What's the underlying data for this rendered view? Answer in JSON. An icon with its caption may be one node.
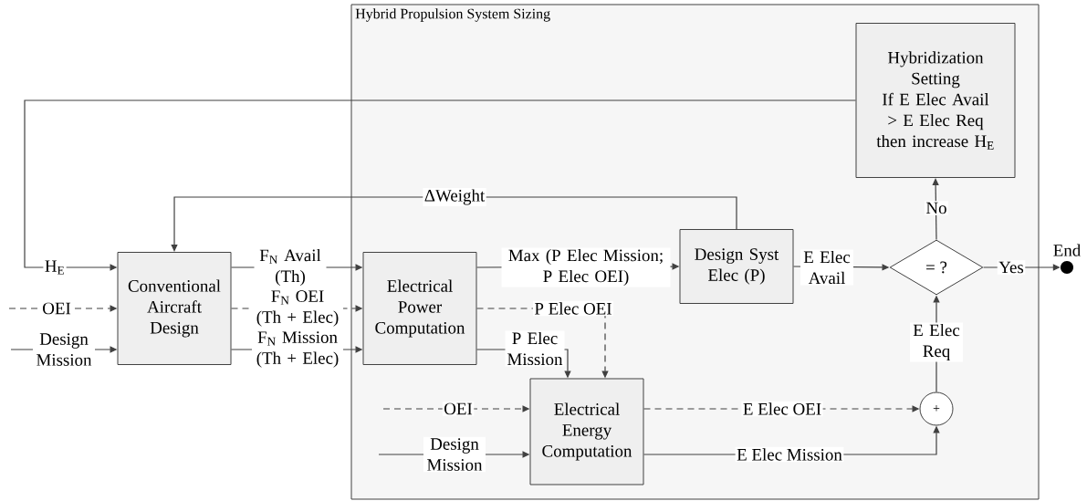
{
  "diagram": {
    "nodes": [
      {
        "text": [
          "Hybrid Propulsion System Sizing"
        ]
      },
      {
        "text": [
          "Conventional Aircraft Design"
        ]
      },
      {
        "text": [
          "Electrical Power Computation"
        ],
        "in": 0
      },
      {
        "text": [
          "Design Syst Elec (P)"
        ],
        "in": 0
      },
      {
        "text": [
          "= ?"
        ],
        "in": 0
      },
      {
        "text": [
          "Hybridization Setting",
          "If E Elec Avail > E Elec Req then increase H$_{E}$"
        ],
        "in": 0
      },
      {
        "text": [
          "Electrical Energy Computation"
        ],
        "in": 0
      },
      {
        "text": [
          "+"
        ],
        "in": 0
      },
      {
        "text": [],
        "shape": "circle",
        "beside": [
          "End"
        ]
      }
    ],
    "edges": [
      {
        "from": 5,
        "to": 1,
        "arrow": "to",
        "label": "H$_{E}$"
      },
      {
        "from": null,
        "to": 1,
        "arrow": "to",
        "label": "OEI",
        "style": "dashed"
      },
      {
        "from": null,
        "to": 1,
        "arrow": "to",
        "label": "Design Mission"
      },
      {
        "from": 1,
        "to": 2,
        "arrow": "to",
        "label": "F$_{N}$ Avail (Th)"
      },
      {
        "from": 1,
        "to": 2,
        "arrow": "to",
        "label": "F$_{N}$ OEI (Th + Elec)",
        "style": "dashed"
      },
      {
        "from": 1,
        "to": 2,
        "arrow": "to",
        "label": "F$_{N}$ Mission (Th + Elec)"
      },
      {
        "from": 3,
        "to": 1,
        "arrow": "to",
        "label": "ΔWeight"
      },
      {
        "from": 2,
        "to": 3,
        "arrow": "to",
        "label": "Max (P Elec Mission; P Elec OEI)"
      },
      {
        "from": 2,
        "to": 6,
        "arrow": "to",
        "label": "P Elec OEI",
        "style": "dashed"
      },
      {
        "from": 2,
        "to": 6,
        "arrow": "to",
        "label": "P Elec Mission"
      },
      {
        "from": null,
        "to": 6,
        "arrow": "to",
        "label": "OEI",
        "style": "dashed"
      },
      {
        "from": null,
        "to": 6,
        "arrow": "to",
        "label": "Design Mission"
      },
      {
        "from": 3,
        "to": 4,
        "arrow": "to",
        "label": "E Elec Avail"
      },
      {
        "from": 4,
        "to": 5,
        "arrow": "to",
        "label": "No"
      },
      {
        "from": 4,
        "to": 8,
        "arrow": "to",
        "label": "Yes"
      },
      {
        "from": 6,
        "to": 7,
        "arrow": "to",
        "label": "E Elec OEI",
        "style": "dashed"
      },
      {
        "from": 6,
        "to": 7,
        "arrow": "to",
        "label": "E Elec Mission"
      },
      {
        "from": 7,
        "to": 4,
        "arrow": "to",
        "label": "E Elec Req"
      }
    ]
  }
}
